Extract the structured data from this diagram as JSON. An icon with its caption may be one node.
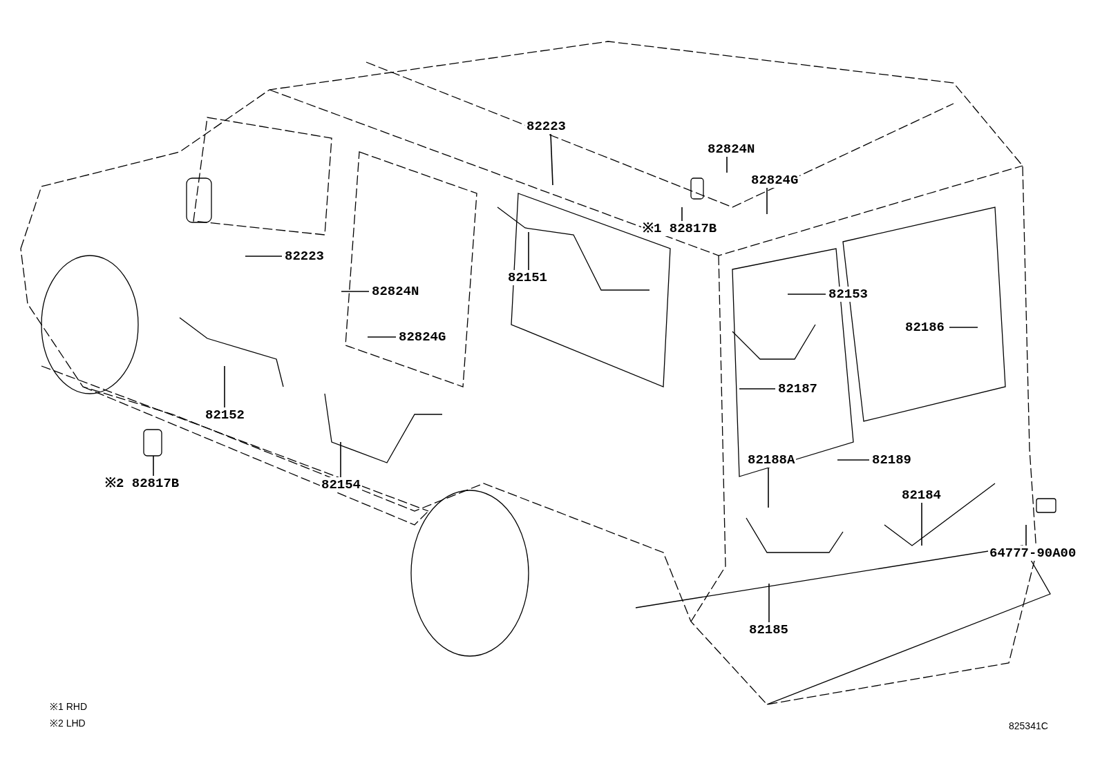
{
  "diagram": {
    "nodes": [
      {
        "text": [
          "82223"
        ]
      },
      {
        "text": [
          "82824N"
        ]
      },
      {
        "text": [
          "82824G"
        ]
      },
      {
        "text": [
          "※1 82817B"
        ]
      },
      {
        "text": [
          "82223"
        ]
      },
      {
        "text": [
          "82824N"
        ]
      },
      {
        "text": [
          "82151"
        ]
      },
      {
        "text": [
          "82153"
        ]
      },
      {
        "text": [
          "82824G"
        ]
      },
      {
        "text": [
          "82186"
        ]
      },
      {
        "text": [
          "82187"
        ]
      },
      {
        "text": [
          "82152"
        ]
      },
      {
        "text": [
          "82188A"
        ]
      },
      {
        "text": [
          "82189"
        ]
      },
      {
        "text": [
          "※2 82817B"
        ]
      },
      {
        "text": [
          "82154"
        ]
      },
      {
        "text": [
          "82184"
        ]
      },
      {
        "text": [
          "64777-90A00"
        ]
      },
      {
        "text": [
          "82185"
        ]
      }
    ],
    "edges": [
      {
        "from": 0,
        "to": null,
        "arrow": "none"
      },
      {
        "from": 1,
        "to": null,
        "arrow": "none"
      },
      {
        "from": 2,
        "to": null,
        "arrow": "none"
      },
      {
        "from": 3,
        "to": null,
        "arrow": "none"
      },
      {
        "from": 4,
        "to": null,
        "arrow": "none"
      },
      {
        "from": 5,
        "to": null,
        "arrow": "none"
      },
      {
        "from": 6,
        "to": null,
        "arrow": "none"
      },
      {
        "from": 7,
        "to": null,
        "arrow": "none"
      },
      {
        "from": 8,
        "to": null,
        "arrow": "none"
      },
      {
        "from": 9,
        "to": null,
        "arrow": "none"
      },
      {
        "from": 10,
        "to": null,
        "arrow": "none"
      },
      {
        "from": 11,
        "to": null,
        "arrow": "none"
      },
      {
        "from": 12,
        "to": null,
        "arrow": "none"
      },
      {
        "from": 13,
        "to": null,
        "arrow": "none"
      },
      {
        "from": 14,
        "to": null,
        "arrow": "none"
      },
      {
        "from": 15,
        "to": null,
        "arrow": "none"
      },
      {
        "from": 16,
        "to": null,
        "arrow": "none"
      },
      {
        "from": 17,
        "to": null,
        "arrow": "none"
      },
      {
        "from": 18,
        "to": null,
        "arrow": "none"
      }
    ],
    "labels": [
      "※1 RHD",
      "※2 LHD",
      "825341C"
    ]
  }
}
